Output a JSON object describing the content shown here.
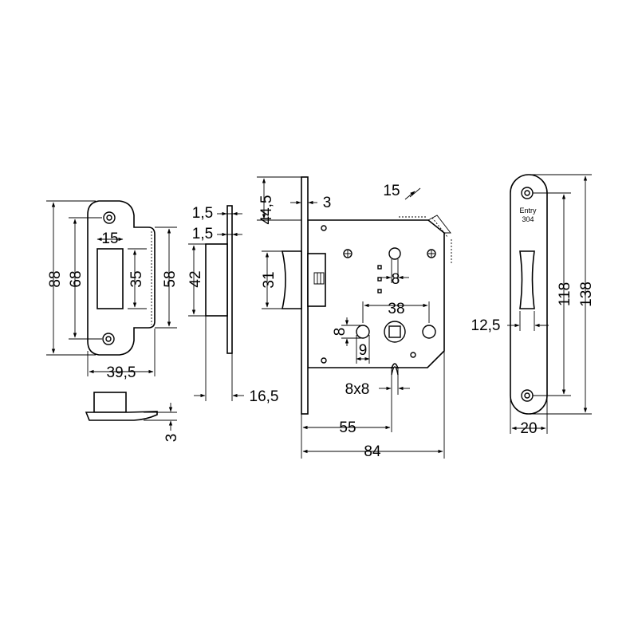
{
  "strike_plate": {
    "dim_88": "88",
    "dim_68": "68",
    "dim_15": "15",
    "dim_35": "35",
    "dim_58": "58",
    "dim_39_5": "39,5",
    "dim_3": "3"
  },
  "latch_side": {
    "dim_1_5_top": "1,5",
    "dim_1_5_second": "1,5",
    "dim_42": "42",
    "dim_16_5": "16,5"
  },
  "lock_body": {
    "dim_44_5": "44,5",
    "dim_3": "3",
    "dim_15": "15",
    "dim_31": "31",
    "dim_8_small": "8",
    "dim_38": "38",
    "dim_8_hole": "8",
    "dim_9": "9",
    "dim_8x8": "8x8",
    "dim_55": "55",
    "dim_84": "84"
  },
  "faceplate": {
    "marking_line1": "Entry",
    "marking_line2": "304",
    "dim_12_5": "12,5",
    "dim_118": "118",
    "dim_138": "138",
    "dim_20": "20"
  }
}
